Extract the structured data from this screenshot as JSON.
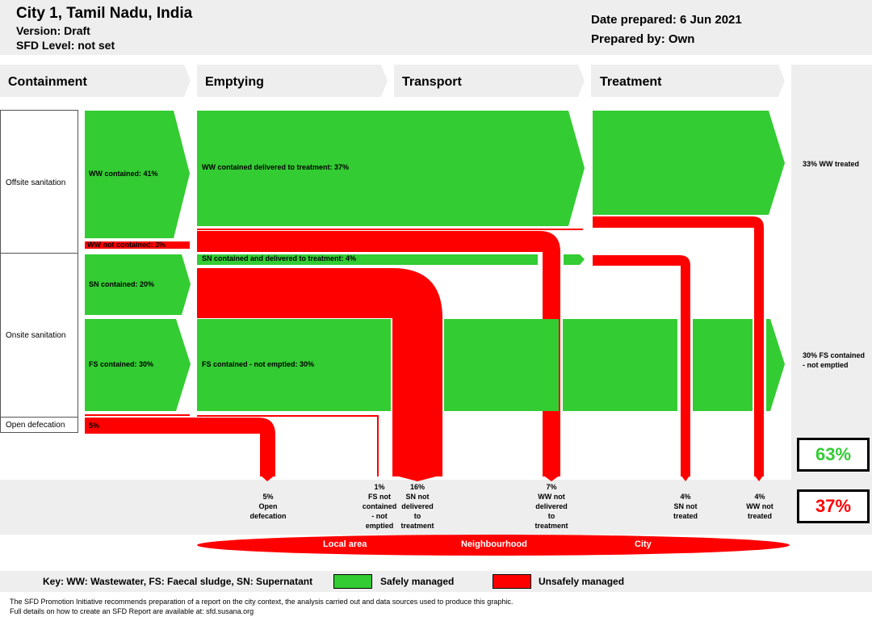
{
  "header": {
    "title": "City 1, Tamil Nadu, India",
    "version": "Version: Draft",
    "sfd_level": "SFD Level: not set",
    "date_prepared": "Date prepared: 6 Jun 2021",
    "prepared_by": "Prepared by: Own"
  },
  "stages": [
    "Containment",
    "Emptying",
    "Transport",
    "Treatment"
  ],
  "rows": {
    "offsite": "Offsite sanitation",
    "onsite": "Onsite sanitation",
    "open": "Open defecation"
  },
  "flows": {
    "ww_contained": "WW contained: 41%",
    "ww_not_contained": "WW not contained: 3%",
    "ww_delivered": "WW contained delivered to treatment: 37%",
    "sn_contained": "SN contained: 20%",
    "sn_delivered": "SN contained and delivered to treatment: 4%",
    "fs_contained": "FS contained: 30%",
    "fs_not_emptied": "FS contained - not emptied: 30%",
    "open_defecation": "5%"
  },
  "right_notes": {
    "ww_treated": "33% WW treated",
    "fs_not_emptied": "30% FS contained - not emptied"
  },
  "outcomes": [
    {
      "pct": "5%",
      "lines": [
        "Open",
        "defecation"
      ]
    },
    {
      "pct": "1%",
      "lines": [
        "FS not",
        "contained",
        "- not",
        "emptied"
      ]
    },
    {
      "pct": "16%",
      "lines": [
        "SN not",
        "delivered",
        "to",
        "treatment"
      ]
    },
    {
      "pct": "7%",
      "lines": [
        "WW not",
        "delivered",
        "to",
        "treatment"
      ]
    },
    {
      "pct": "4%",
      "lines": [
        "SN not",
        "treated"
      ]
    },
    {
      "pct": "4%",
      "lines": [
        "WW not",
        "treated"
      ]
    }
  ],
  "totals": {
    "safe": "63%",
    "unsafe": "37%",
    "safe_color": "#33cc33",
    "unsafe_color": "#ff0000"
  },
  "areas": [
    "Local area",
    "Neighbourhood",
    "City"
  ],
  "key": {
    "text": "Key: WW: Wastewater, FS: Faecal sludge, SN: Supernatant",
    "safe_label": "Safely managed",
    "unsafe_label": "Unsafely managed"
  },
  "footer": {
    "line1": "The SFD Promotion Initiative recommends preparation of a report on the city context, the analysis carried out and data sources used to produce this graphic.",
    "line2": "Full details on how to create an SFD Report are available at: sfd.susana.org"
  }
}
